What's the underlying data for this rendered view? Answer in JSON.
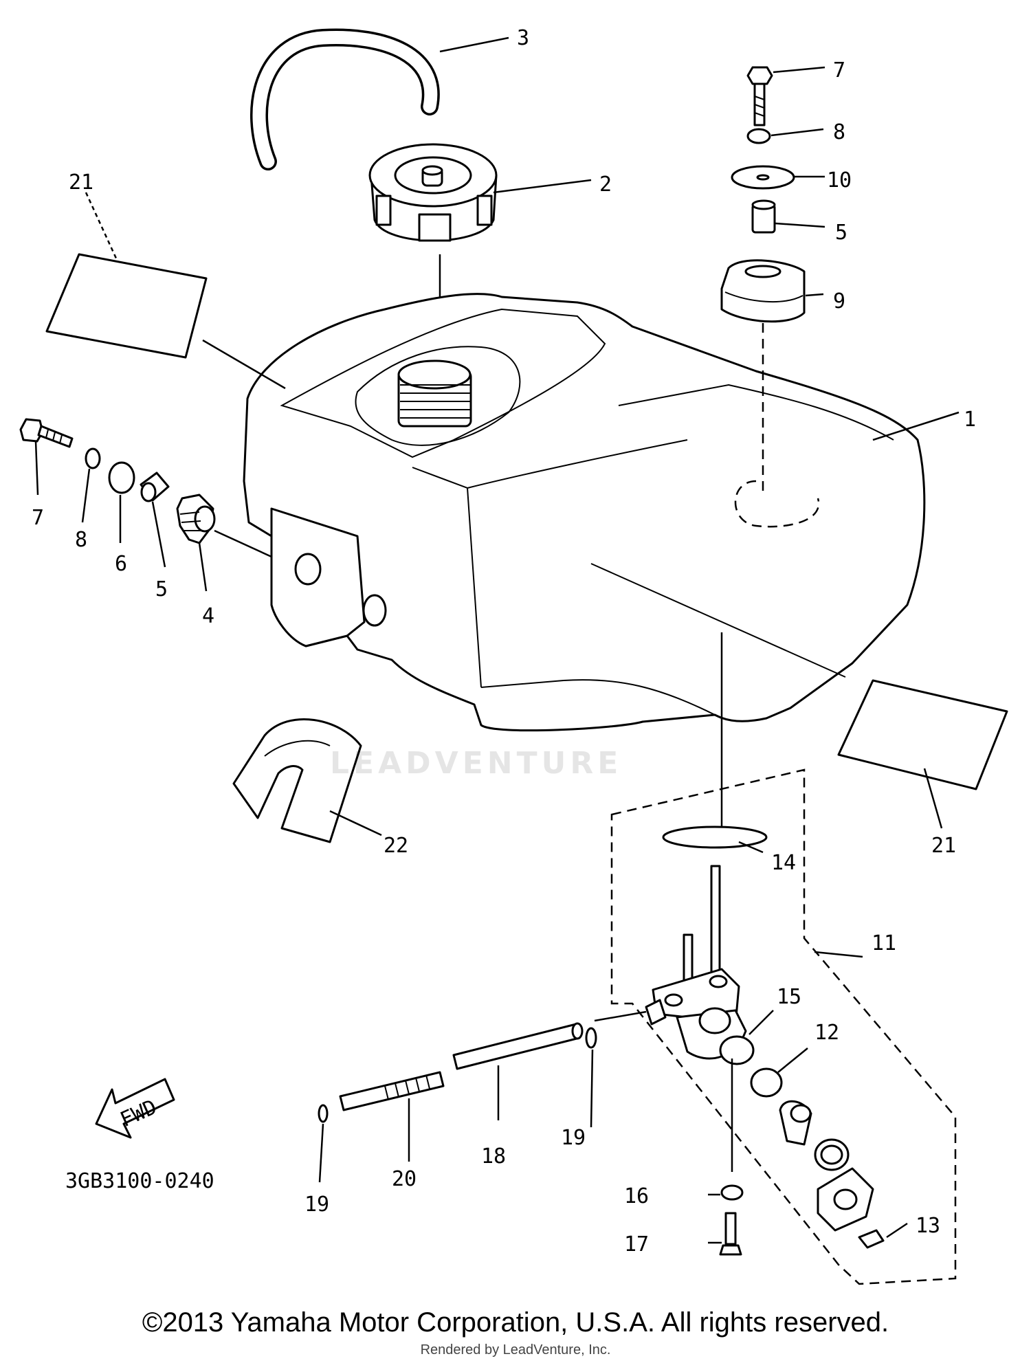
{
  "diagram_code": "3GB3100-0240",
  "fwd_label": "FWD",
  "watermark": "LEADVENTURE",
  "copyright": "©2013 Yamaha Motor Corporation, U.S.A. All rights reserved.",
  "rendered_by": "Rendered by LeadVenture, Inc.",
  "callouts": {
    "c1": "1",
    "c2": "2",
    "c3": "3",
    "c4": "4",
    "c5a": "5",
    "c5b": "5",
    "c6": "6",
    "c7a": "7",
    "c7b": "7",
    "c8a": "8",
    "c8b": "8",
    "c9": "9",
    "c10": "10",
    "c11": "11",
    "c12": "12",
    "c13": "13",
    "c14": "14",
    "c15": "15",
    "c16": "16",
    "c17": "17",
    "c18": "18",
    "c19a": "19",
    "c19b": "19",
    "c20": "20",
    "c21a": "21",
    "c21b": "21",
    "c22": "22"
  }
}
